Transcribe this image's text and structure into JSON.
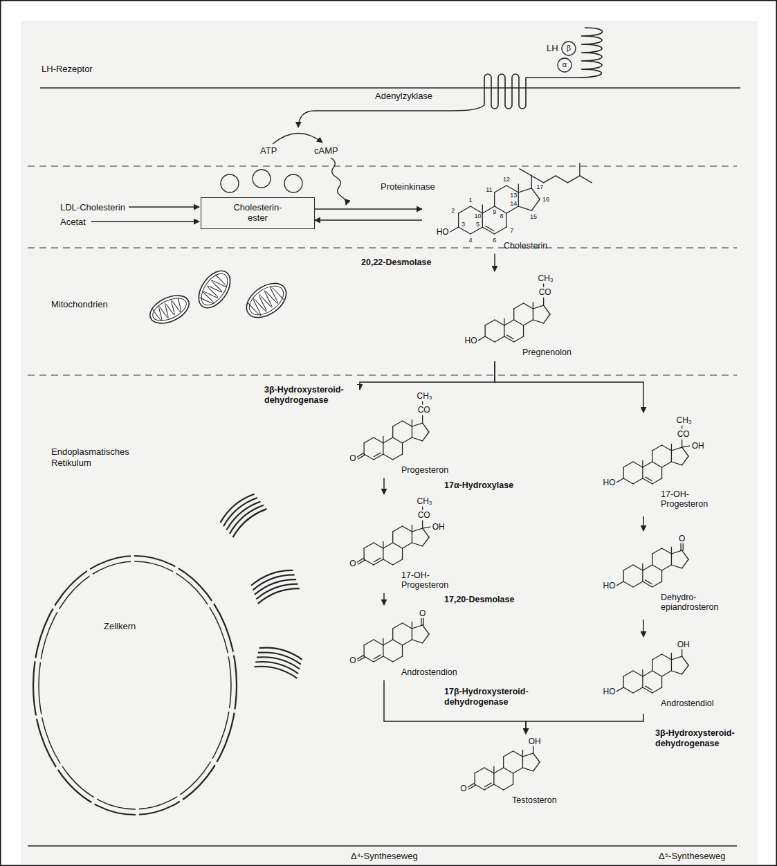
{
  "diagram": {
    "nodes": [
      {
        "text": [
          "Cholesterin- ester"
        ]
      },
      {
        "text": [
          "Cholesterin",
          "HO",
          "1",
          "2",
          "3",
          "4",
          "5",
          "6",
          "7",
          "8",
          "9",
          "10",
          "11",
          "12",
          "13",
          "14",
          "15",
          "16",
          "17"
        ]
      },
      {
        "text": [
          "Pregnenolon",
          "CH₃",
          "CO",
          "HO"
        ]
      },
      {
        "text": [
          "Progesteron",
          "CH₃",
          "CO",
          "O"
        ]
      },
      {
        "text": [
          "17-OH- Progesteron",
          "CH₃",
          "CO",
          "OH",
          "O"
        ]
      },
      {
        "text": [
          "Androstendion",
          "O",
          "O"
        ]
      },
      {
        "text": [
          "17-OH- Progesteron",
          "CH₃",
          "CO",
          "OH",
          "HO"
        ]
      },
      {
        "text": [
          "Dehydro- epiandrosteron",
          "O",
          "HO"
        ]
      },
      {
        "text": [
          "Androstendiol",
          "OH",
          "HO"
        ]
      },
      {
        "text": [
          "Testosteron",
          "OH",
          "O"
        ]
      },
      {
        "text": [
          "Zellkern"
        ]
      }
    ],
    "edges": [
      {
        "from": 0,
        "to": 1,
        "arrow": "to"
      },
      {
        "from": 1,
        "to": 0,
        "arrow": "to"
      },
      {
        "from": 1,
        "to": 2,
        "label": "20,22-Desmolase",
        "arrow": "to"
      },
      {
        "from": 2,
        "to": 3,
        "label": "3β-Hydroxysteroid- dehydrogenase",
        "arrow": "to"
      },
      {
        "from": 2,
        "to": 6,
        "arrow": "to"
      },
      {
        "from": 3,
        "to": 4,
        "label": "17α-Hydroxylase",
        "arrow": "to"
      },
      {
        "from": 4,
        "to": 5,
        "label": "17,20-Desmolase",
        "arrow": "to"
      },
      {
        "from": 5,
        "to": 9,
        "label": "17β-Hydroxysteroid- dehydrogenase",
        "arrow": "to"
      },
      {
        "from": 6,
        "to": 7,
        "arrow": "to"
      },
      {
        "from": 7,
        "to": 8,
        "arrow": "to"
      },
      {
        "from": 8,
        "to": 9,
        "label": "3β-Hydroxysteroid- dehydrogenase",
        "arrow": "to"
      }
    ],
    "labels": [
      "LH-Rezeptor",
      "LH",
      "β",
      "α",
      "Adenylzyklase",
      "ATP",
      "cAMP",
      "Proteinkinase",
      "LDL-Cholesterin",
      "Acetat",
      "Mitochondrien",
      "Endoplasmatisches Retikulum",
      "Δ⁴-Syntheseweg",
      "Δ⁵-Syntheseweg"
    ]
  }
}
